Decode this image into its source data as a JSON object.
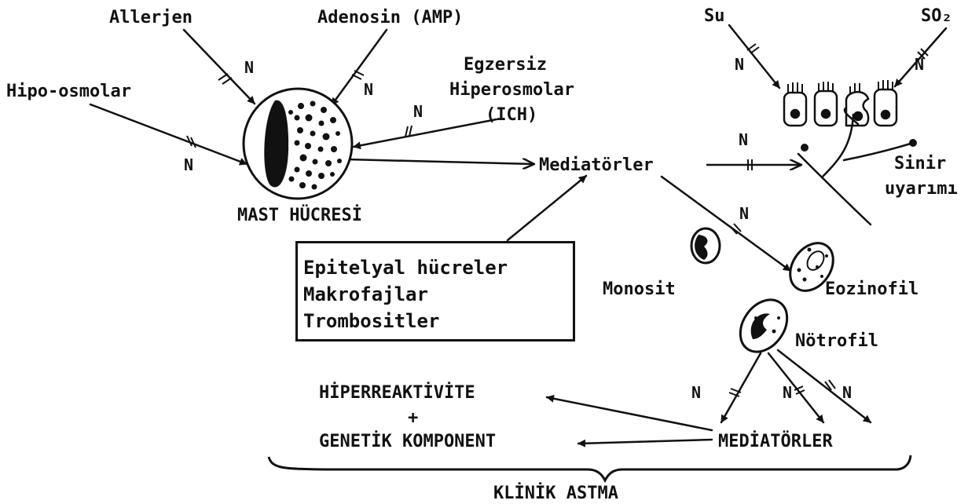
{
  "labels": {
    "allergen": "Allerjen",
    "adenosine": "Adenosin (AMP)",
    "water": "Su",
    "so2": "SO₂",
    "hypo_osmolar": "Hipo-osmolar",
    "exercise_line1": "Egzersiz",
    "exercise_line2": "Hiperosmolar",
    "exercise_line3": "(ICH)",
    "mast_cell": "MAST HÜCRESİ",
    "mediators": "Mediatörler",
    "nerve_line1": "Sinir",
    "nerve_line2": "uyarımı",
    "monocyte": "Monosit",
    "eosinophil": "Eozinofil",
    "neutrophil": "Nötrofil",
    "hyperreactivity": "HİPERREAKTİVİTE",
    "plus": "+",
    "genetic_component": "GENETİK KOMPONENT",
    "mediators_upper": "MEDİATÖRLER",
    "clinical_asthma": "KLİNİK ASTMA"
  },
  "box": {
    "items": [
      "Epitelyal hücreler",
      "Makrofajlar",
      "Trombositler"
    ]
  },
  "blocker_label": "N"
}
